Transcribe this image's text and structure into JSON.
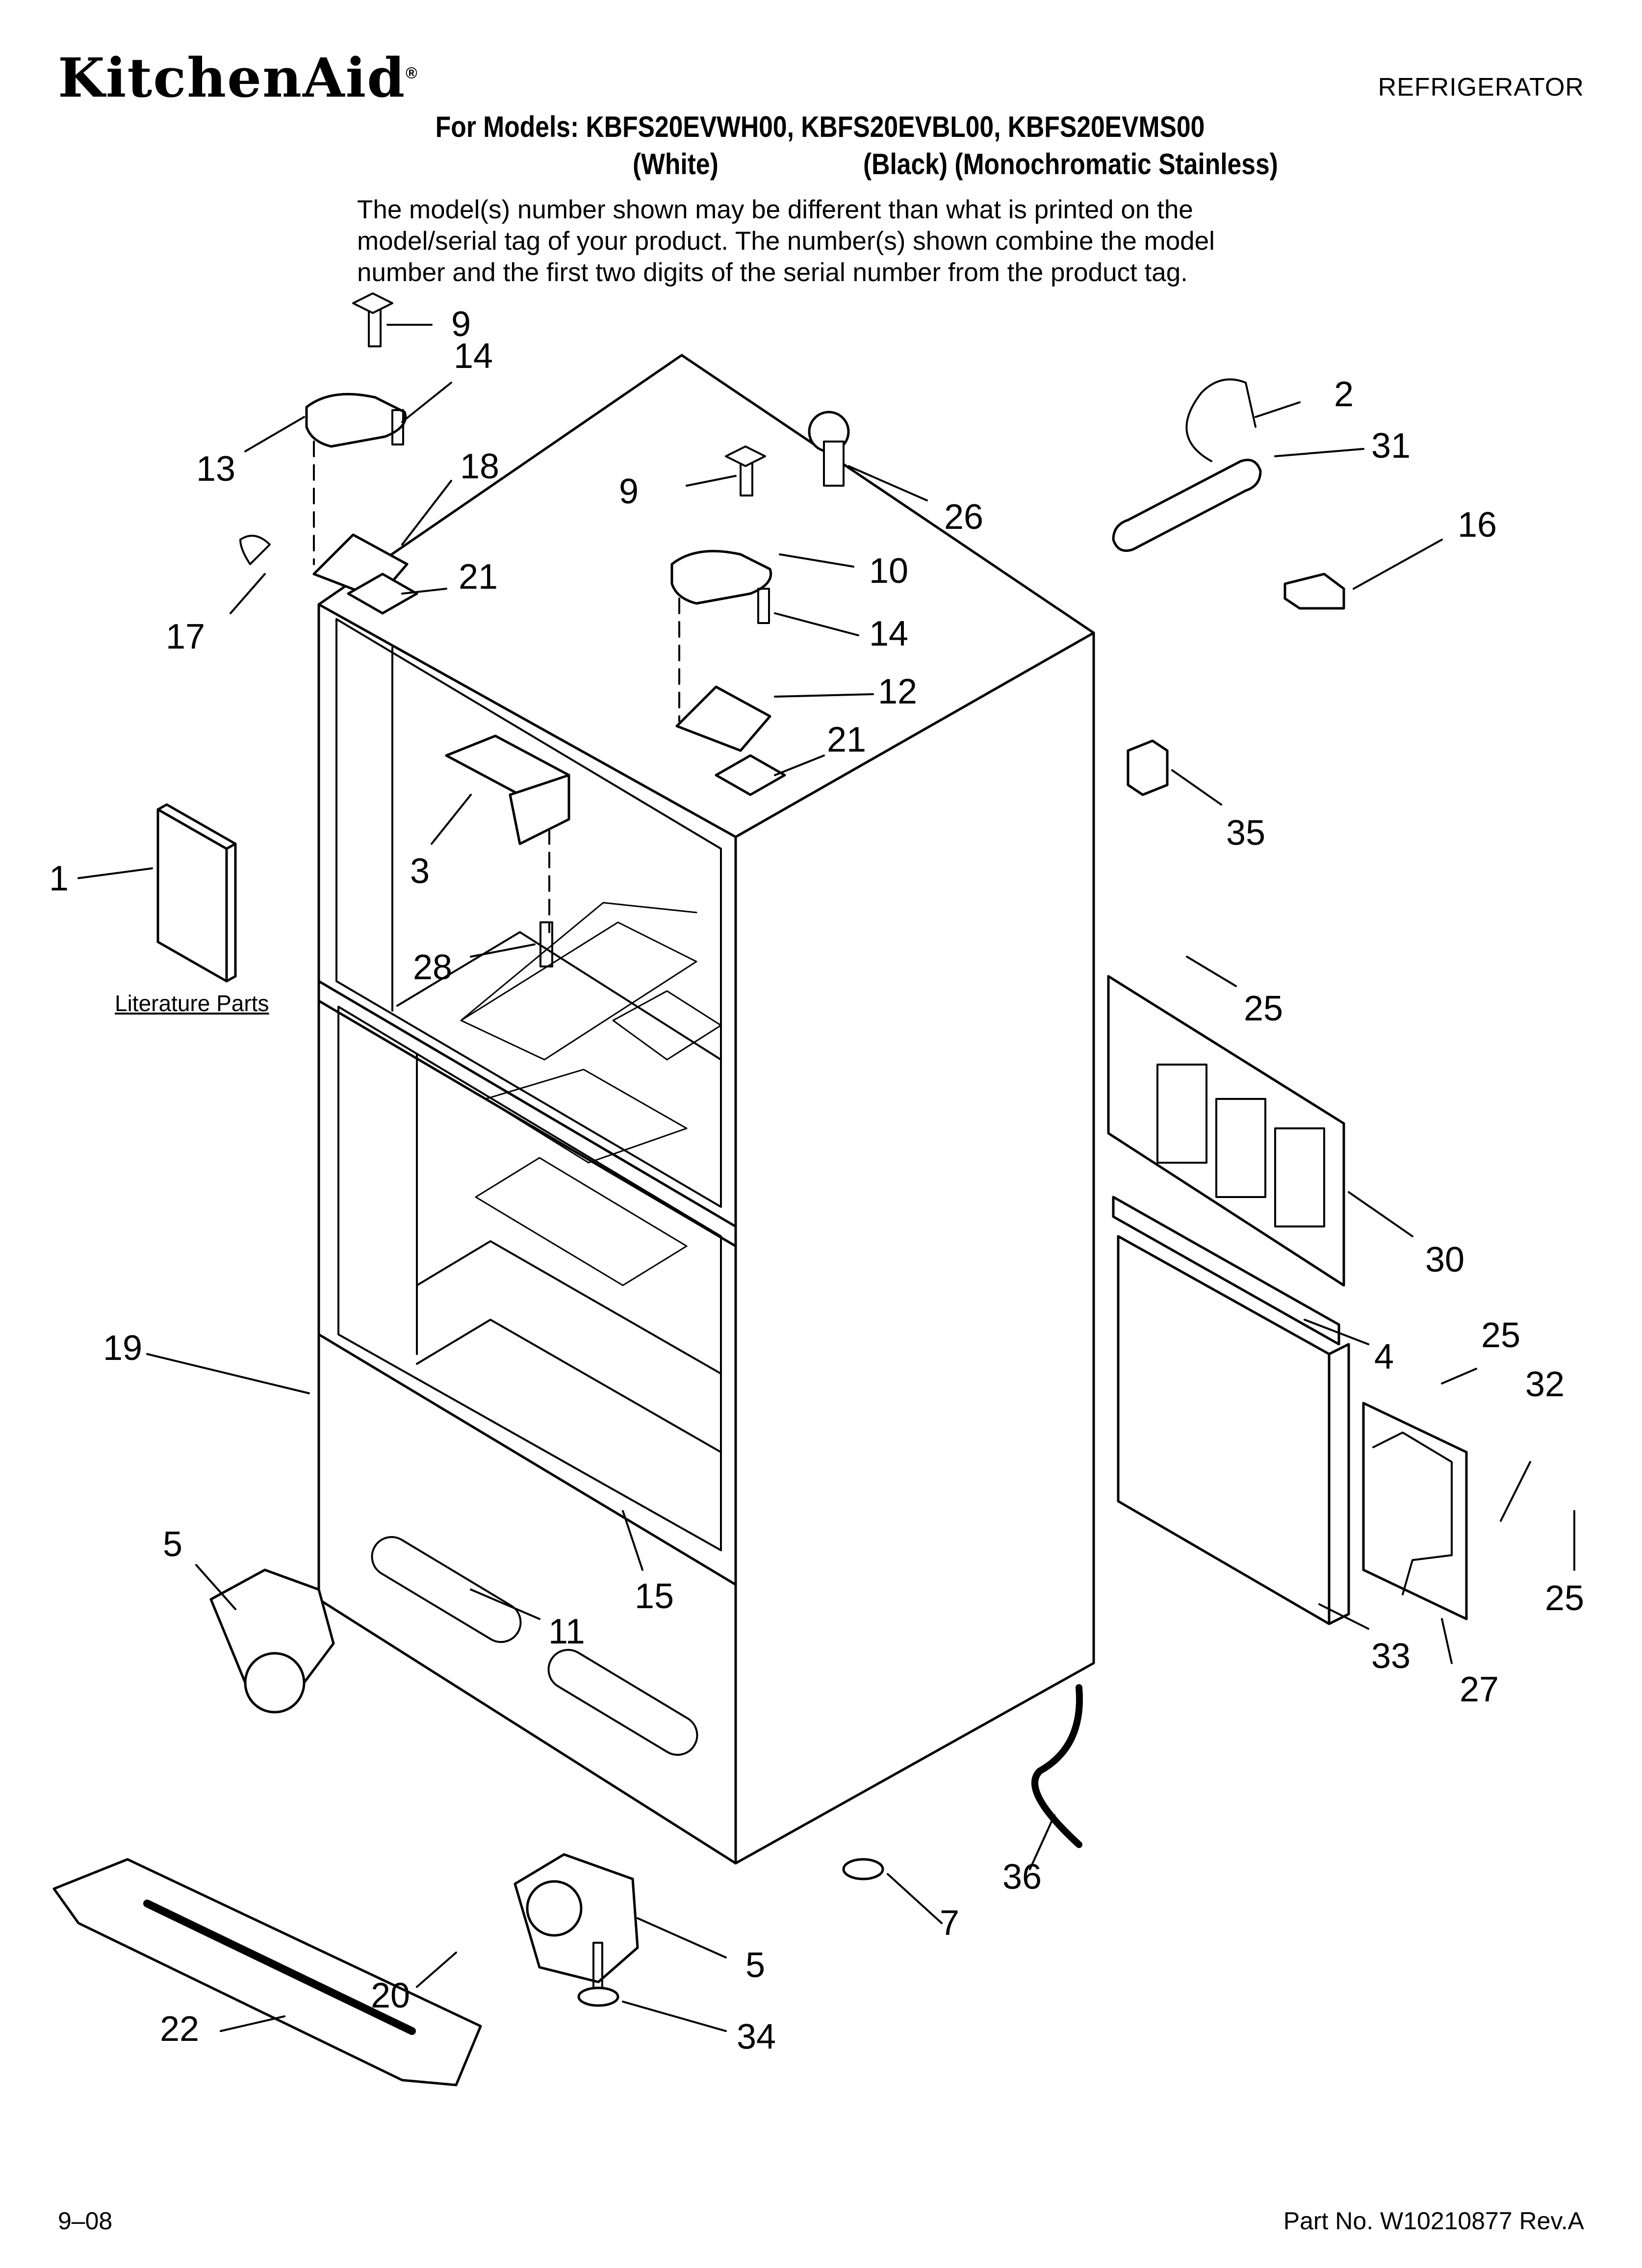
{
  "header": {
    "brand": "KitchenAid",
    "brand_mark": "®",
    "category": "REFRIGERATOR",
    "models_line": "For Models: KBFS20EVWH00, KBFS20EVBL00, KBFS20EVMS00",
    "variant_white": "(White)",
    "variant_rest": "(Black) (Monochromatic Stainless)",
    "note_lines": [
      "The model(s) number shown may be different than what is printed on the",
      "model/serial tag of your product. The number(s) shown combine the model",
      "number and the first two digits of the serial number from the product tag."
    ]
  },
  "diagram": {
    "literature_label": "Literature Parts",
    "callouts": [
      "9",
      "14",
      "13",
      "18",
      "17",
      "21",
      "9",
      "10",
      "14",
      "12",
      "21",
      "26",
      "2",
      "31",
      "16",
      "35",
      "1",
      "3",
      "28",
      "25",
      "30",
      "25",
      "4",
      "32",
      "19",
      "5",
      "15",
      "11",
      "25",
      "33",
      "27",
      "36",
      "7",
      "5",
      "20",
      "34",
      "22"
    ]
  },
  "footer": {
    "date": "9–08",
    "part_no": "Part No. W10210877 Rev.A"
  }
}
